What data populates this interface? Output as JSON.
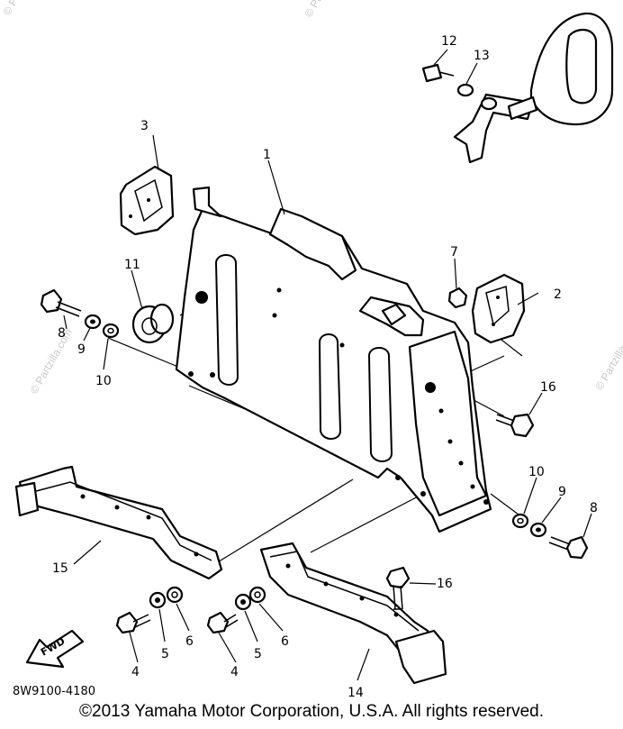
{
  "diagram": {
    "drawing_code": "8W9100-4180",
    "fwd_label": "FWD",
    "watermark": "© Partzilla.com",
    "copyright": "©2013 Yamaha Motor Corporation, U.S.A. All rights reserved.",
    "callouts": [
      {
        "id": "c1",
        "text": "1"
      },
      {
        "id": "c2",
        "text": "2"
      },
      {
        "id": "c3",
        "text": "3"
      },
      {
        "id": "c4a",
        "text": "4"
      },
      {
        "id": "c4b",
        "text": "4"
      },
      {
        "id": "c5a",
        "text": "5"
      },
      {
        "id": "c5b",
        "text": "5"
      },
      {
        "id": "c6a",
        "text": "6"
      },
      {
        "id": "c6b",
        "text": "6"
      },
      {
        "id": "c7",
        "text": "7"
      },
      {
        "id": "c8a",
        "text": "8"
      },
      {
        "id": "c8b",
        "text": "8"
      },
      {
        "id": "c9a",
        "text": "9"
      },
      {
        "id": "c9b",
        "text": "9"
      },
      {
        "id": "c10a",
        "text": "10"
      },
      {
        "id": "c10b",
        "text": "10"
      },
      {
        "id": "c11",
        "text": "11"
      },
      {
        "id": "c12",
        "text": "12"
      },
      {
        "id": "c13",
        "text": "13"
      },
      {
        "id": "c14",
        "text": "14"
      },
      {
        "id": "c15",
        "text": "15"
      },
      {
        "id": "c16a",
        "text": "16"
      },
      {
        "id": "c16b",
        "text": "16"
      }
    ]
  }
}
